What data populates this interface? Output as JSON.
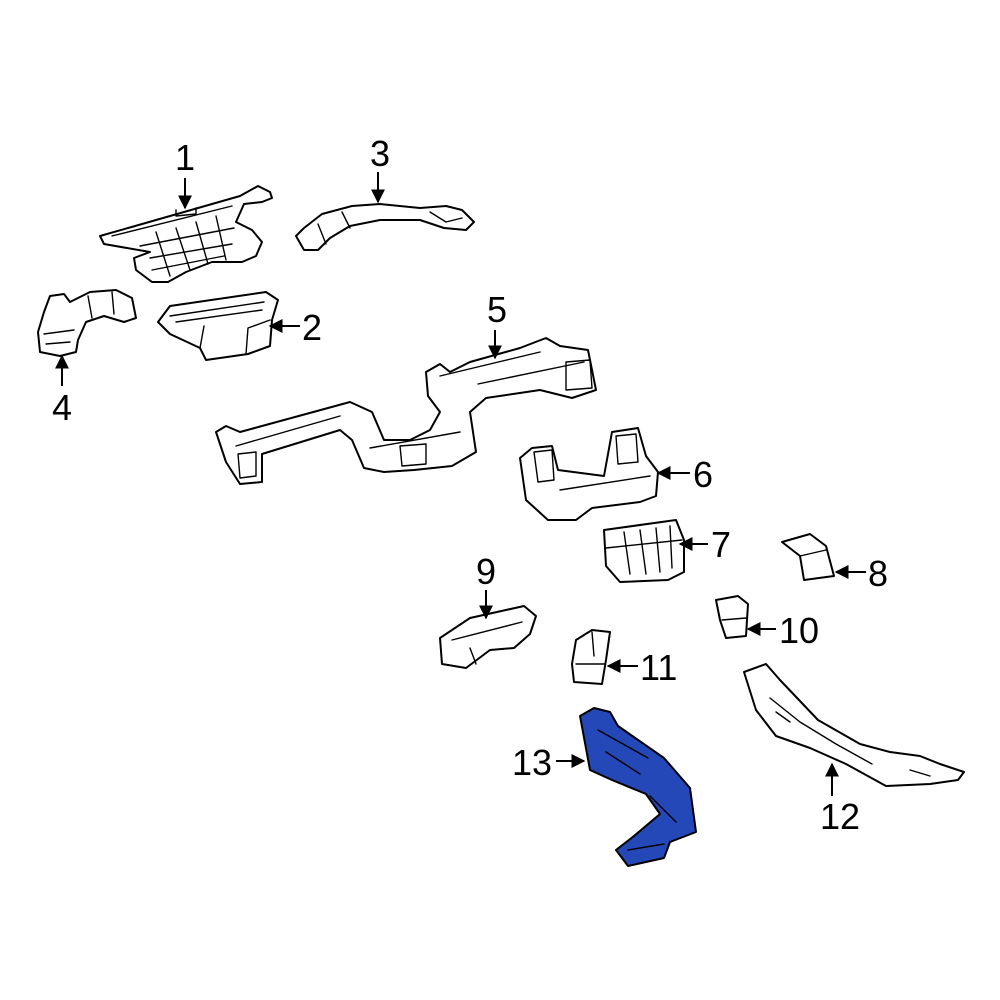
{
  "colors": {
    "line": "#000000",
    "background": "#ffffff",
    "highlight": "#2448b8"
  },
  "highlighted_part": "13",
  "callouts": [
    "1",
    "2",
    "3",
    "4",
    "5",
    "6",
    "7",
    "8",
    "9",
    "10",
    "11",
    "12",
    "13"
  ]
}
